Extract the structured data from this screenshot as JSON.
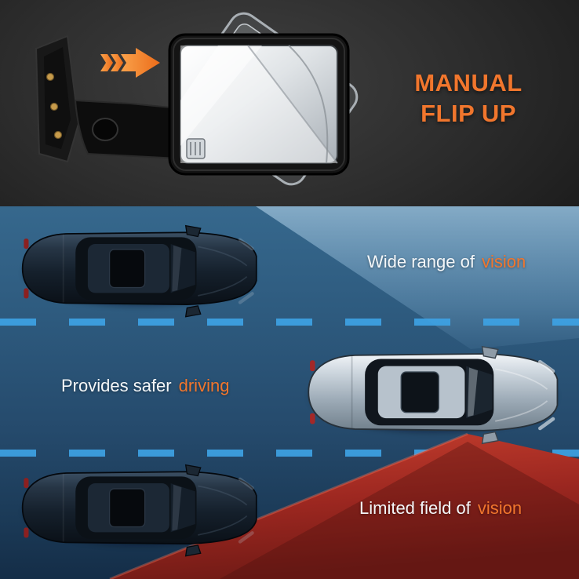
{
  "colors": {
    "accent_orange": "#f1762d",
    "road_blue": "#2b5878",
    "lane_dash_blue": "#3da2e4",
    "wide_vision_blue": "#a9cde6",
    "limited_vision_red": "#b22e23",
    "top_panel_dark": "#262626"
  },
  "top_panel": {
    "headline": [
      "MANUAL",
      "FLIP UP"
    ],
    "illustration": "towing-mirror-flip-up",
    "icons": [
      "flip-direction-arrow-icon",
      "heated-glass-icon"
    ]
  },
  "road_panel": {
    "captions": [
      {
        "prefix": "Wide range of",
        "highlight": "vision"
      },
      {
        "prefix": "Provides safer",
        "highlight": "driving"
      },
      {
        "prefix": "Limited field of",
        "highlight": "vision"
      }
    ],
    "cars": [
      "dark-sedan-top-view",
      "silver-sedan-top-view",
      "dark-sedan-top-view"
    ]
  }
}
